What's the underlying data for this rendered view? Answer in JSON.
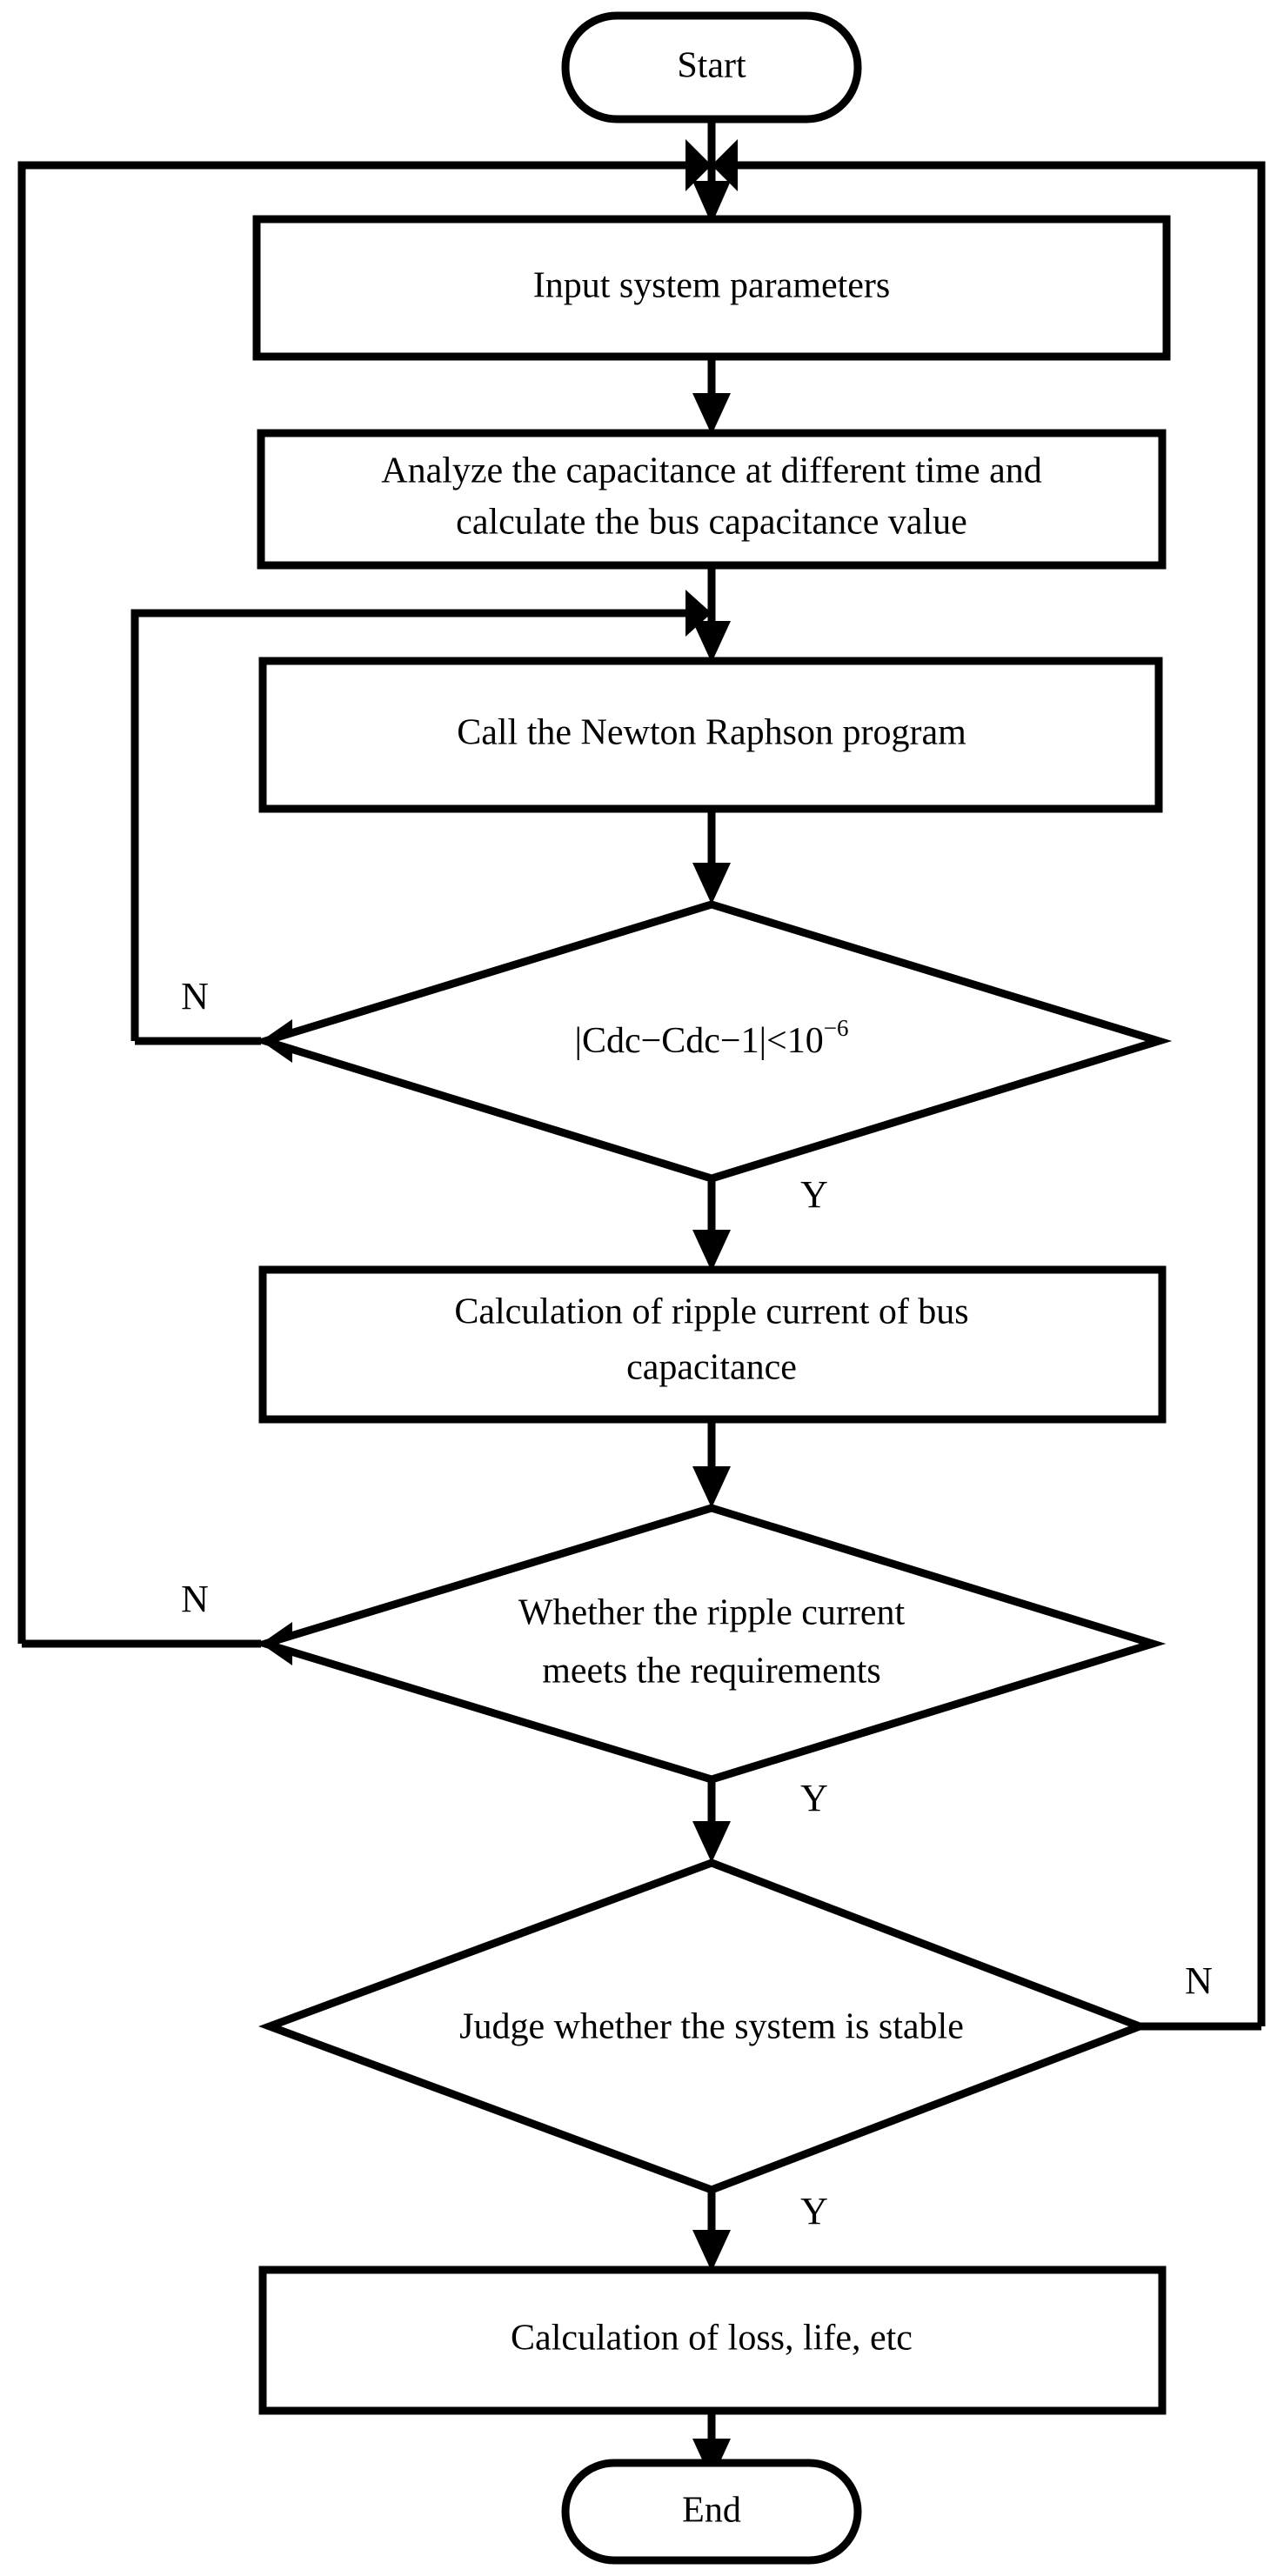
{
  "diagram": {
    "title": "Bus capacitance design and verification flowchart",
    "type": "flowchart",
    "colors": {
      "background": "#ffffff",
      "stroke": "#000000",
      "fill": "#ffffff",
      "text": "#000000"
    }
  },
  "nodes": {
    "start": {
      "shape": "terminator",
      "label": "Start"
    },
    "input_params": {
      "shape": "process",
      "label": "Input system parameters"
    },
    "analyze_capacitance": {
      "shape": "process",
      "line1": "Analyze the capacitance at different time and",
      "line2": "calculate the bus capacitance value"
    },
    "newton_raphson": {
      "shape": "process",
      "label": "Call the Newton Raphson program"
    },
    "convergence_check": {
      "shape": "decision",
      "formula_prefix": "|Cdc−Cdc−1|<10",
      "formula_exponent": "−6",
      "label_full": "|Cdc−Cdc−1|<10⁻⁶"
    },
    "ripple_calc": {
      "shape": "process",
      "line1": "Calculation of ripple current of bus",
      "line2": "capacitance"
    },
    "ripple_check": {
      "shape": "decision",
      "line1": "Whether the ripple current",
      "line2": "meets the requirements"
    },
    "stability_check": {
      "shape": "decision",
      "label": "Judge whether the system is stable"
    },
    "loss_life_calc": {
      "shape": "process",
      "label": "Calculation of loss, life, etc"
    },
    "end": {
      "shape": "terminator",
      "label": "End"
    }
  },
  "branch_labels": {
    "convergence_no": "N",
    "convergence_yes": "Y",
    "ripple_no": "N",
    "ripple_yes": "Y",
    "stability_no": "N",
    "stability_yes": "Y"
  },
  "edges": [
    {
      "from": "start",
      "to": "input_params",
      "label": ""
    },
    {
      "from": "input_params",
      "to": "analyze_capacitance",
      "label": ""
    },
    {
      "from": "analyze_capacitance",
      "to": "newton_raphson",
      "label": ""
    },
    {
      "from": "newton_raphson",
      "to": "convergence_check",
      "label": ""
    },
    {
      "from": "convergence_check",
      "to": "newton_raphson",
      "label": "N"
    },
    {
      "from": "convergence_check",
      "to": "ripple_calc",
      "label": "Y"
    },
    {
      "from": "ripple_calc",
      "to": "ripple_check",
      "label": ""
    },
    {
      "from": "ripple_check",
      "to": "input_params",
      "label": "N"
    },
    {
      "from": "ripple_check",
      "to": "stability_check",
      "label": "Y"
    },
    {
      "from": "stability_check",
      "to": "input_params",
      "label": "N"
    },
    {
      "from": "stability_check",
      "to": "loss_life_calc",
      "label": "Y"
    },
    {
      "from": "loss_life_calc",
      "to": "end",
      "label": ""
    }
  ]
}
